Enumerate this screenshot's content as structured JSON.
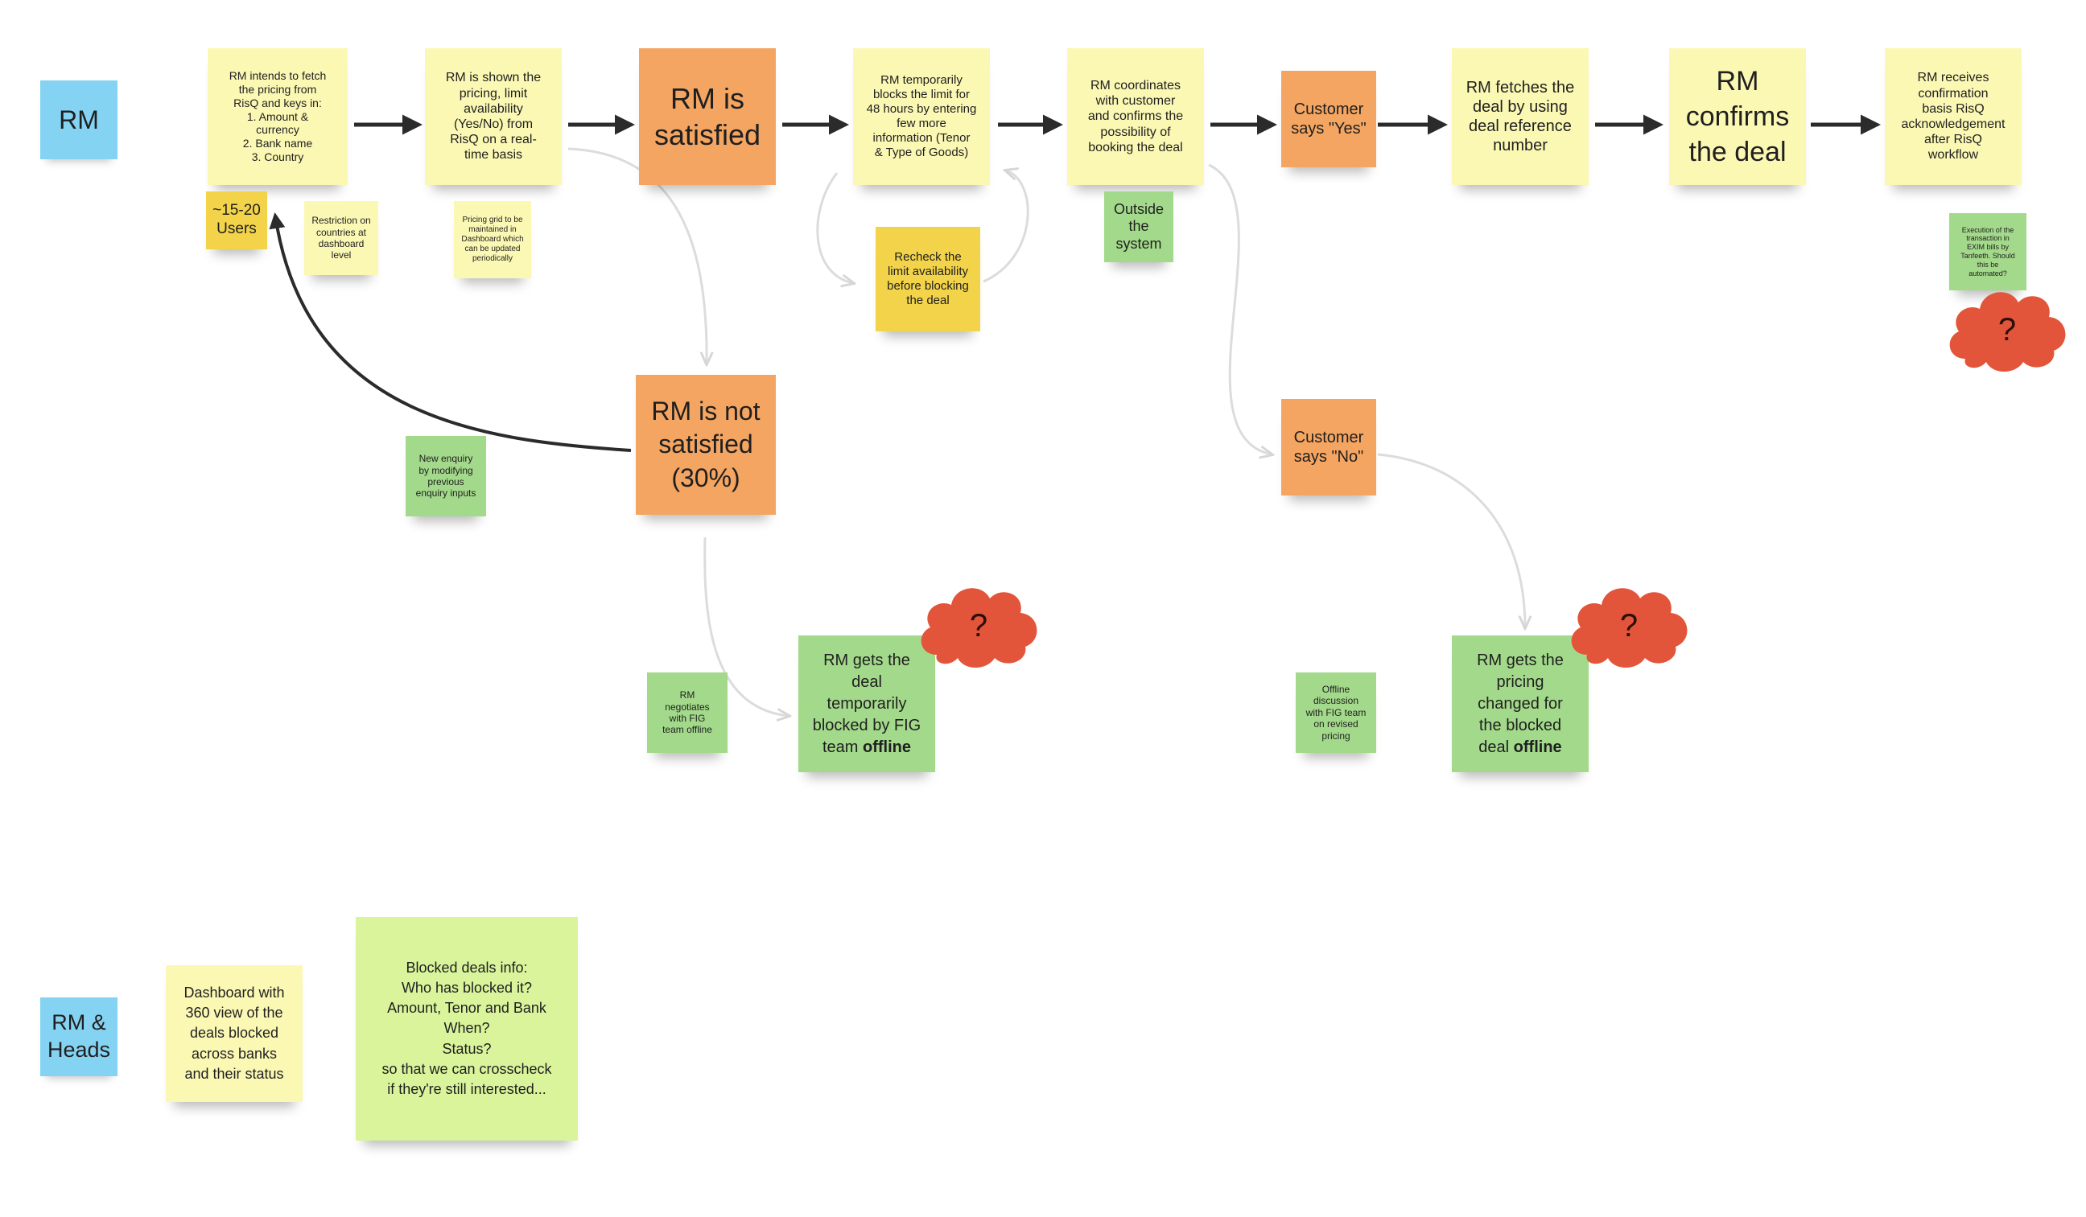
{
  "lanes": {
    "rm": "RM",
    "rm_heads": "RM &\nHeads"
  },
  "notes": {
    "fetch_pricing": "RM intends to fetch\nthe pricing from\nRisQ and keys in:\n1. Amount &\ncurrency\n2. Bank name\n3. Country",
    "users": "~15-20\nUsers",
    "restriction": "Restriction on\ncountries at\ndashboard\nlevel",
    "shown_pricing": "RM is shown the\npricing, limit\navailability\n(Yes/No) from\nRisQ on a real-\ntime basis",
    "pricing_grid": "Pricing grid to be\nmaintained in\nDashboard which\ncan be updated\nperiodically",
    "satisfied": "RM is\nsatisfied",
    "not_satisfied": "RM is not\nsatisfied\n(30%)",
    "new_enquiry": "New enquiry\nby modifying\nprevious\nenquiry inputs",
    "temp_block": "RM temporarily\nblocks the limit for\n48 hours by entering\nfew more\ninformation (Tenor\n& Type of Goods)",
    "recheck": "Recheck the\nlimit availability\nbefore blocking\nthe deal",
    "coordinates": "RM coordinates\nwith customer\nand confirms the\npossibility of\nbooking the deal",
    "outside": "Outside\nthe\nsystem",
    "says_yes": "Customer\nsays \"Yes\"",
    "says_no": "Customer\nsays \"No\"",
    "fetches_deal": "RM fetches the\ndeal by using\ndeal reference\nnumber",
    "confirms": "RM\nconfirms\nthe deal",
    "receives": "RM receives\nconfirmation\nbasis RisQ\nacknowledgement\nafter RisQ\nworkflow",
    "execution": "Execution of the\ntransaction in\nEXIM bills by\nTanfeeth. Should\nthis be\nautomated?",
    "negotiates": "RM\nnegotiates\nwith FIG\nteam offline",
    "deal_blocked_prefix": "RM gets the\ndeal\ntemporarily\nblocked by FIG\nteam",
    "offline_discussion": "Offline\ndiscussion\nwith FIG team\non revised\npricing",
    "pricing_changed_prefix": "RM gets the\npricing\nchanged for\nthe blocked\ndeal",
    "offline_word": "offline",
    "dashboard": "Dashboard with\n360 view of the\ndeals blocked\nacross banks\nand their status",
    "blocked_info": "Blocked deals info:\nWho has blocked it?\nAmount, Tenor and Bank\nWhen?\nStatus?\nso that we can crosscheck\nif they're still interested..."
  },
  "clouds": {
    "mark": "?"
  },
  "colors": {
    "yellow": "#fbf8b4",
    "dark_yellow": "#f2d349",
    "orange": "#f4a561",
    "green": "#a3d98a",
    "lime": "#d9f49b",
    "blue": "#85d3f2",
    "cloud_red": "#e2553a",
    "arrow_dark": "#2b2b2b",
    "arrow_light": "#dcdcdc"
  }
}
